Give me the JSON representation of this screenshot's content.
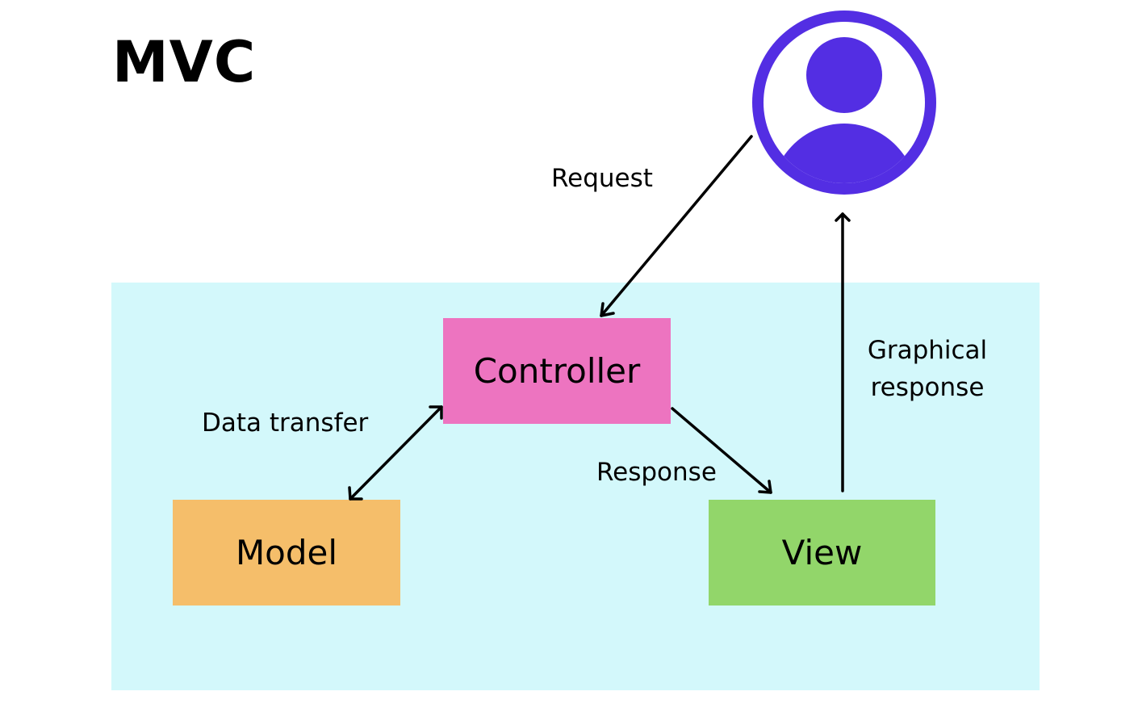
{
  "title": "MVC",
  "nodes": {
    "controller": {
      "label": "Controller",
      "color": "#ed74c0"
    },
    "model": {
      "label": "Model",
      "color": "#f5be6a"
    },
    "view": {
      "label": "View",
      "color": "#92d66a"
    }
  },
  "edges": {
    "request": "Request",
    "data_transfer": "Data transfer",
    "response": "Response",
    "graphical_response": "Graphical response"
  },
  "colors": {
    "panel": "#d3f8fb",
    "user_icon": "#532ee3"
  },
  "icons": {
    "user": "user-icon"
  }
}
